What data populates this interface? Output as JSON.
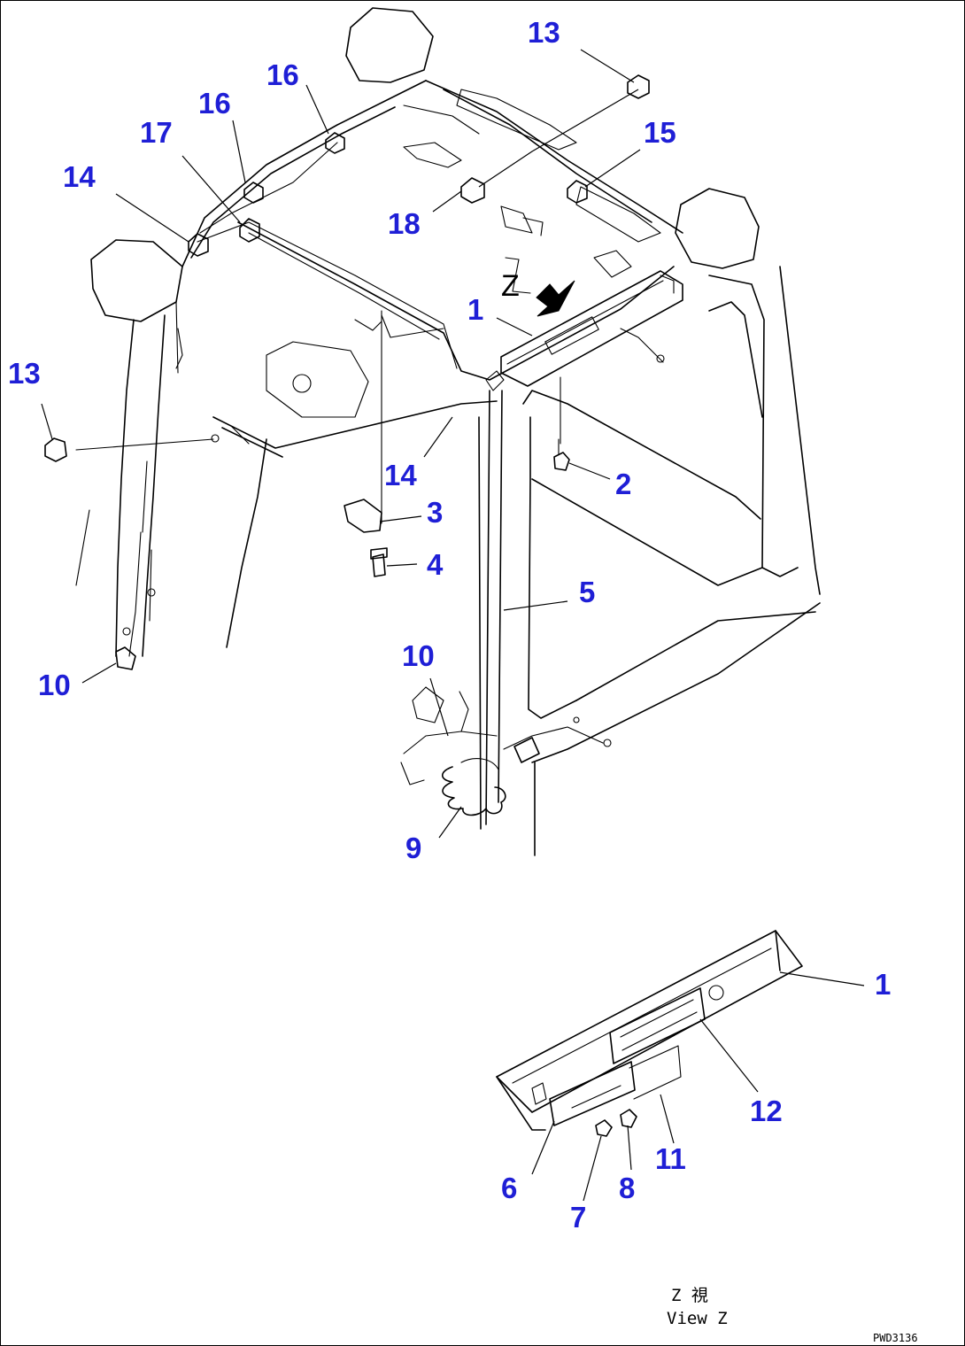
{
  "diagram": {
    "view_marker": "Z",
    "callouts": [
      {
        "id": "c13a",
        "label": "13"
      },
      {
        "id": "c16a",
        "label": "16"
      },
      {
        "id": "c16b",
        "label": "16"
      },
      {
        "id": "c17",
        "label": "17"
      },
      {
        "id": "c15",
        "label": "15"
      },
      {
        "id": "c14a",
        "label": "14"
      },
      {
        "id": "c18",
        "label": "18"
      },
      {
        "id": "c1a",
        "label": "1"
      },
      {
        "id": "c13b",
        "label": "13"
      },
      {
        "id": "c14b",
        "label": "14"
      },
      {
        "id": "c2",
        "label": "2"
      },
      {
        "id": "c3",
        "label": "3"
      },
      {
        "id": "c4",
        "label": "4"
      },
      {
        "id": "c5",
        "label": "5"
      },
      {
        "id": "c10a",
        "label": "10"
      },
      {
        "id": "c10b",
        "label": "10"
      },
      {
        "id": "c9",
        "label": "9"
      },
      {
        "id": "c1b",
        "label": "1"
      },
      {
        "id": "c12",
        "label": "12"
      },
      {
        "id": "c11",
        "label": "11"
      },
      {
        "id": "c6",
        "label": "6"
      },
      {
        "id": "c7",
        "label": "7"
      },
      {
        "id": "c8",
        "label": "8"
      }
    ],
    "caption_line1": "Z 視",
    "caption_line2": "View Z",
    "drawing_code": "PWD3136"
  }
}
